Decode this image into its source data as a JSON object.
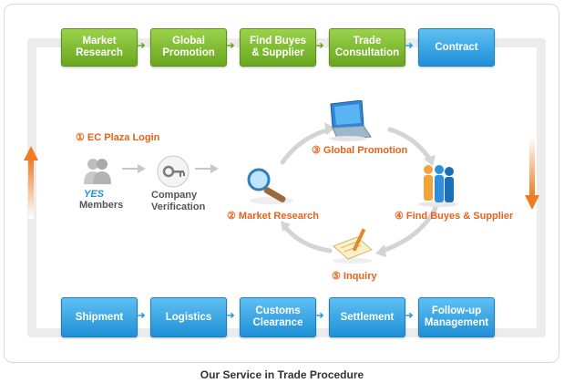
{
  "top_row": [
    "Market\nResearch",
    "Global\nPromotion",
    "Find Buyes\n& Supplier",
    "Trade\nConsultation",
    "Contract"
  ],
  "bottom_row": [
    "Shipment",
    "Logistics",
    "Customs\nClearance",
    "Settlement",
    "Follow-up\nManagement"
  ],
  "login": {
    "title": "① EC Plaza Login",
    "yes": "YES",
    "members": "Members",
    "verification": "Company\nVerification"
  },
  "cycle": {
    "promotion": "③ Global Promotion",
    "research": "② Market Research",
    "buyers": "④ Find Buyes & Supplier",
    "inquiry": "⑤ Inquiry"
  },
  "caption": "Our Service in Trade Procedure",
  "colors": {
    "green": "#7dbb2f",
    "blue": "#2b9ae0",
    "orange": "#e8621a"
  }
}
